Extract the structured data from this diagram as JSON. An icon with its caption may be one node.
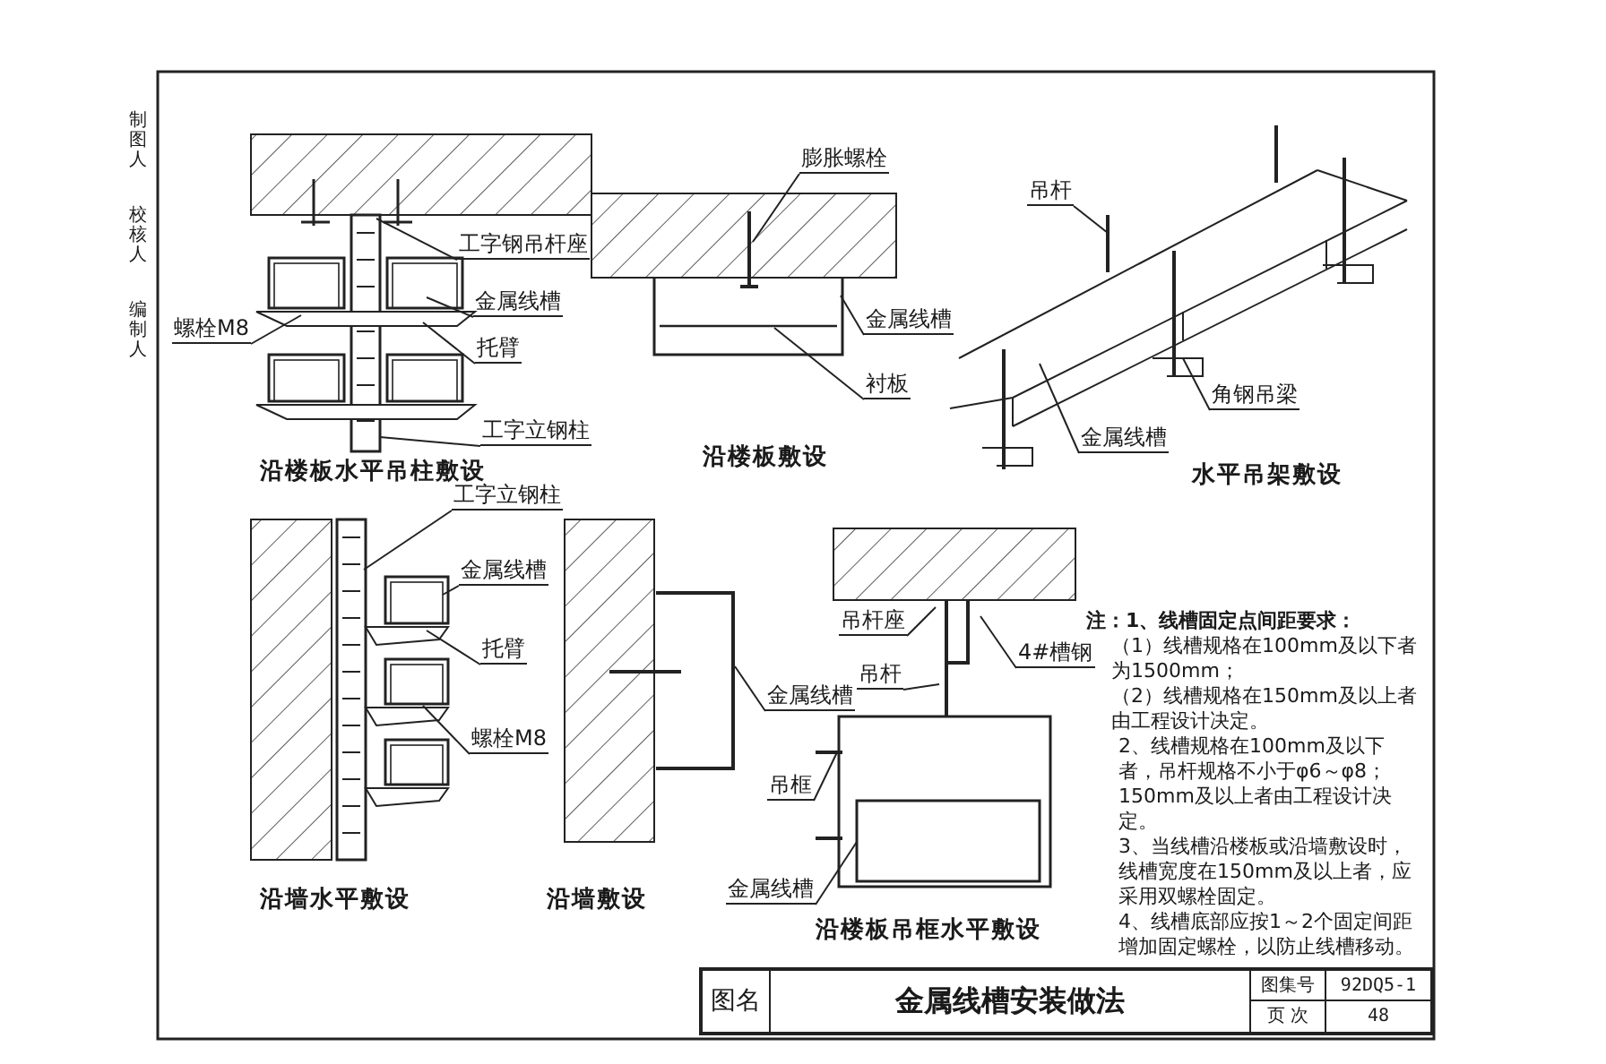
{
  "diagram": {
    "title": "金属线槽安装做法",
    "nodes": [
      {
        "text": [
          "工字钢吊杆座"
        ]
      },
      {
        "text": [
          "金属线槽"
        ]
      },
      {
        "text": [
          "螺栓M8"
        ]
      },
      {
        "text": [
          "托臂"
        ]
      },
      {
        "text": [
          "工字立钢柱"
        ]
      },
      {
        "text": [
          "膨胀螺栓"
        ]
      },
      {
        "text": [
          "金属线槽"
        ]
      },
      {
        "text": [
          "衬板"
        ]
      },
      {
        "text": [
          "吊杆"
        ]
      },
      {
        "text": [
          "角钢吊梁"
        ]
      },
      {
        "text": [
          "金属线槽"
        ]
      },
      {
        "text": [
          "工字立钢柱"
        ]
      },
      {
        "text": [
          "金属线槽"
        ]
      },
      {
        "text": [
          "托臂"
        ]
      },
      {
        "text": [
          "螺栓M8"
        ]
      },
      {
        "text": [
          "金属线槽"
        ]
      },
      {
        "text": [
          "吊杆座"
        ]
      },
      {
        "text": [
          "4#槽钢"
        ]
      },
      {
        "text": [
          "吊杆"
        ]
      },
      {
        "text": [
          "吊框"
        ]
      },
      {
        "text": [
          "金属线槽"
        ]
      },
      {
        "text": [],
        "shape": "box"
      }
    ],
    "edges": [
      {
        "from": 0,
        "to": null,
        "arrow": "none"
      },
      {
        "from": 1,
        "to": null,
        "arrow": "none"
      },
      {
        "from": 2,
        "to": null,
        "arrow": "none"
      },
      {
        "from": 3,
        "to": null,
        "arrow": "none"
      },
      {
        "from": 4,
        "to": null,
        "arrow": "none"
      },
      {
        "from": 5,
        "to": null,
        "arrow": "none"
      },
      {
        "from": 6,
        "to": null,
        "arrow": "none"
      },
      {
        "from": 7,
        "to": null,
        "arrow": "none"
      },
      {
        "from": 8,
        "to": null,
        "arrow": "none"
      },
      {
        "from": 9,
        "to": null,
        "arrow": "none"
      },
      {
        "from": 10,
        "to": null,
        "arrow": "none"
      },
      {
        "from": 11,
        "to": null,
        "arrow": "none"
      },
      {
        "from": 12,
        "to": null,
        "arrow": "none"
      },
      {
        "from": 13,
        "to": null,
        "arrow": "none"
      },
      {
        "from": 14,
        "to": null,
        "arrow": "none"
      },
      {
        "from": 15,
        "to": 21,
        "arrow": "none"
      },
      {
        "from": 16,
        "to": null,
        "arrow": "none"
      },
      {
        "from": 17,
        "to": null,
        "arrow": "none"
      },
      {
        "from": 18,
        "to": null,
        "arrow": "none"
      },
      {
        "from": 19,
        "to": null,
        "arrow": "none"
      },
      {
        "from": 20,
        "to": null,
        "arrow": "none"
      }
    ],
    "labels": [
      "制图人",
      "校核人",
      "编制人",
      "沿楼板水平吊柱敷设",
      "沿楼板敷设",
      "水平吊架敷设",
      "沿墙水平敷设",
      "沿墙敷设",
      "沿楼板吊框水平敷设",
      "注：1、线槽固定点间距要求：",
      "（1）线槽规格在100mm及以下者为1500mm；",
      "（2）线槽规格在150mm及以上者由工程设计决定。",
      "2、线槽规格在100mm及以下者，吊杆规格不小于φ6～φ8；150mm及以上者由工程设计决定。",
      "3、当线槽沿楼板或沿墙敷设时，线槽宽度在150mm及以上者，应采用双螺栓固定。",
      "4、线槽底部应按1～2个固定间距增加固定螺栓，以防止线槽移动。",
      "图名",
      "图集号",
      "92DQ5-1",
      "页 次",
      "48"
    ]
  }
}
